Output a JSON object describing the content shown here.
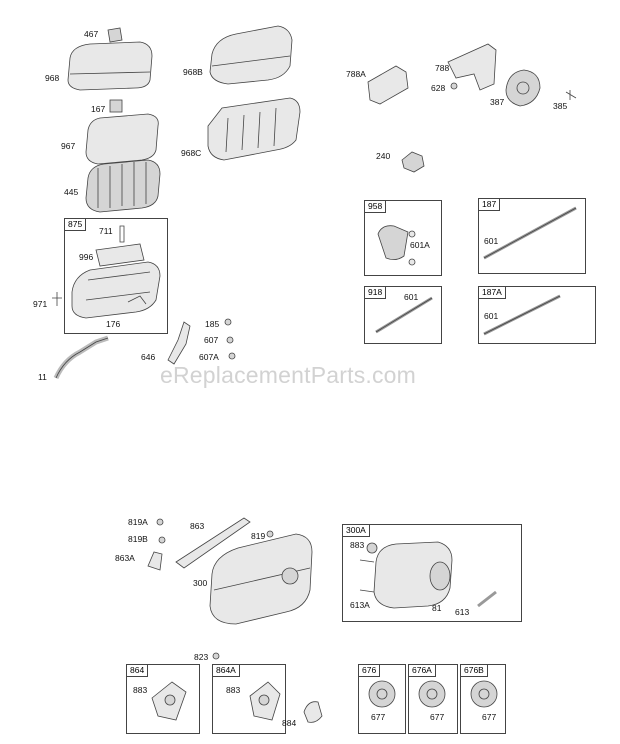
{
  "watermark": "eReplacementParts.com",
  "labels": {
    "l467": "467",
    "l968": "968",
    "l968B": "968B",
    "l167": "167",
    "l967": "967",
    "l968C": "968C",
    "l445": "445",
    "l788A": "788A",
    "l788": "788",
    "l628": "628",
    "l387": "387",
    "l385": "385",
    "l240": "240",
    "l711": "711",
    "l996": "996",
    "l971": "971",
    "l176": "176",
    "l185": "185",
    "l607": "607",
    "l607A": "607A",
    "l646": "646",
    "l11": "11",
    "l601A": "601A",
    "l601a": "601",
    "l601b": "601",
    "l601c": "601",
    "l819A": "819A",
    "l863": "863",
    "l819B": "819B",
    "l819": "819",
    "l863A": "863A",
    "l300": "300",
    "l883a": "883",
    "l613A": "613A",
    "l81": "81",
    "l613": "613",
    "l823": "823",
    "l883b": "883",
    "l883c": "883",
    "l884": "884",
    "l677a": "677",
    "l677b": "677",
    "l677c": "677"
  },
  "boxes": {
    "b875": "875",
    "b958": "958",
    "b187": "187",
    "b918": "918",
    "b187A": "187A",
    "b300A": "300A",
    "b864": "864",
    "b864A": "864A",
    "b676": "676",
    "b676A": "676A",
    "b676B": "676B"
  }
}
